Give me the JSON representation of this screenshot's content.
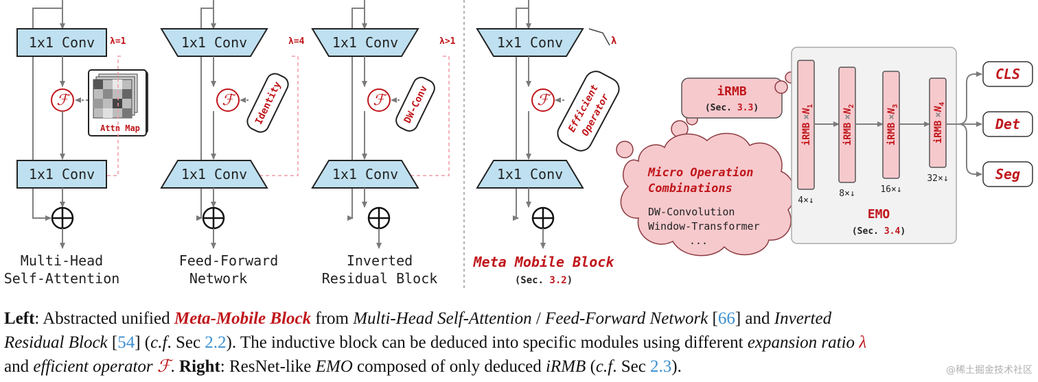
{
  "blocks": [
    {
      "top_conv": "1x1 Conv",
      "bottom_conv": "1x1 Conv",
      "lambda": "λ=1",
      "op_label": "Attn Map",
      "name_line1": "Multi-Head",
      "name_line2": "Self-Attention"
    },
    {
      "top_conv": "1x1 Conv",
      "bottom_conv": "1x1 Conv",
      "lambda": "λ=4",
      "op_label": "Identity",
      "name_line1": "Feed-Forward",
      "name_line2": "Network"
    },
    {
      "top_conv": "1x1 Conv",
      "bottom_conv": "1x1 Conv",
      "lambda": "λ>1",
      "op_label": "DW-Conv",
      "name_line1": "Inverted",
      "name_line2": "Residual Block"
    }
  ],
  "meta_block": {
    "top_conv": "1x1 Conv",
    "bottom_conv": "1x1 Conv",
    "lambda": "λ",
    "op_line1": "Efficient",
    "op_line2": "Operator",
    "name": "Meta Mobile Block",
    "sec_prefix": "(Sec. ",
    "sec_num": "3.2",
    "sec_suffix": ")"
  },
  "f_symbol": "ℱ",
  "irmb": {
    "title": "iRMB",
    "sec_prefix": "(Sec. ",
    "sec_num": "3.3",
    "sec_suffix": ")"
  },
  "cloud": {
    "line1": "Micro Operation",
    "line2": "Combinations",
    "item1": "DW-Convolution",
    "item2": "Window-Transformer",
    "item3": "..."
  },
  "emo": {
    "stages": [
      {
        "label": "iRMB",
        "mult": "×",
        "n": "N",
        "sub": "1",
        "stride": "4×↓"
      },
      {
        "label": "iRMB",
        "mult": "×",
        "n": "N",
        "sub": "2",
        "stride": "8×↓"
      },
      {
        "label": "iRMB",
        "mult": "×",
        "n": "N",
        "sub": "3",
        "stride": "16×↓"
      },
      {
        "label": "iRMB",
        "mult": "×",
        "n": "N",
        "sub": "4",
        "stride": "32×↓"
      }
    ],
    "title": "EMO",
    "sec_prefix": "(Sec. ",
    "sec_num": "3.4",
    "sec_suffix": ")"
  },
  "tasks": [
    "CLS",
    "Det",
    "Seg"
  ],
  "caption": {
    "left_label": "Left",
    "t1": ": Abstracted unified ",
    "mmb": "Meta-Mobile Block",
    "t2": " from ",
    "mhsa": "Multi-Head Self-Attention",
    "t3": " / ",
    "ffn": "Feed-Forward Network",
    "t4": " [",
    "ref66": "66",
    "t5": "] and ",
    "irb1": "Inverted",
    "irb2": "Residual Block",
    "t6": " [",
    "ref54": "54",
    "t7": "] (",
    "cf1": "c.f",
    "t8": ". Sec ",
    "ref22": "2.2",
    "t9": "). The inductive block can be deduced into specific modules using different ",
    "expr": "expansion ratio",
    "t10": " ",
    "lambda": "λ",
    "t11": " and ",
    "effop": "efficient operator",
    "t12": " ",
    "fsym": "ℱ",
    "t13": ". ",
    "right_label": "Right",
    "t14": ": ResNet-like ",
    "emo": "EMO",
    "t15": " composed of only deduced ",
    "irmb": "iRMB",
    "t16": " (",
    "cf2": "c.f",
    "t17": ". Sec ",
    "ref23": "2.3",
    "t18": ")."
  },
  "watermark": "@稀土掘金技术社区",
  "colors": {
    "conv_fill": "#bfe0f0",
    "accent_red": "#c0161b",
    "pink_fill": "#f6c9cd",
    "emo_bg": "#f4f4f4",
    "arrow_gray": "#808080"
  }
}
